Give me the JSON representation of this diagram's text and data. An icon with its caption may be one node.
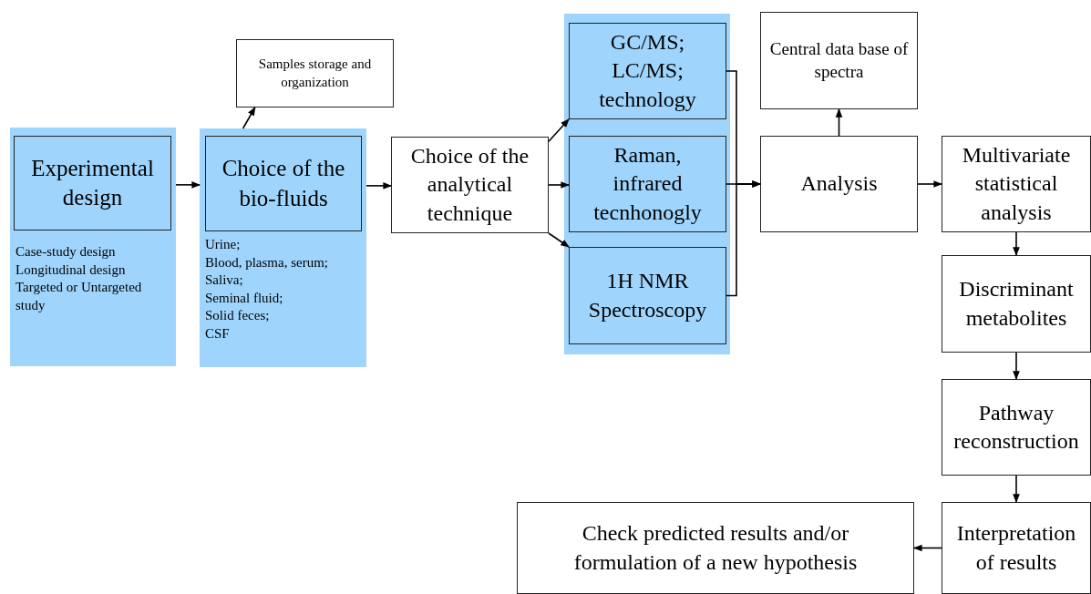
{
  "diagram": {
    "nodes": [
      {
        "text": [
          "Case-study design",
          "Longitudinal design",
          "Targeted or Untargeted study"
        ]
      },
      {
        "text": [
          "Experimental design"
        ],
        "in": 0
      },
      {
        "text": [
          "Samples storage and organization"
        ]
      },
      {
        "text": [
          "Urine;",
          "Blood, plasma, serum;",
          "Saliva;",
          "Seminal fluid;",
          "Solid feces;",
          "CSF"
        ]
      },
      {
        "text": [
          "Choice of the bio-fluids"
        ],
        "in": 3
      },
      {
        "text": [
          "Choice of the analytical technique"
        ]
      },
      {
        "text": [],
        "shape": "box"
      },
      {
        "text": [
          "GC/MS; LC/MS; technology"
        ],
        "in": 6
      },
      {
        "text": [
          "Raman, infrared tecnhonogly"
        ],
        "in": 6
      },
      {
        "text": [
          "1H NMR Spectroscopy"
        ],
        "in": 6
      },
      {
        "text": [
          "Central data base of spectra"
        ]
      },
      {
        "text": [
          "Analysis"
        ]
      },
      {
        "text": [
          "Multivariate statistical analysis"
        ]
      },
      {
        "text": [
          "Discriminant metabolites"
        ]
      },
      {
        "text": [
          "Pathway reconstruction"
        ]
      },
      {
        "text": [
          "Interpretation of results"
        ]
      },
      {
        "text": [
          "Check predicted results and/or formulation of a new hypothesis"
        ]
      }
    ],
    "edges": [
      {
        "from": 0,
        "to": 3,
        "arrow": "to"
      },
      {
        "from": 3,
        "to": 2,
        "arrow": "to"
      },
      {
        "from": 3,
        "to": 5,
        "arrow": "to"
      },
      {
        "from": 5,
        "to": 7,
        "arrow": "to"
      },
      {
        "from": 5,
        "to": 8,
        "arrow": "to"
      },
      {
        "from": 5,
        "to": 9,
        "arrow": "to"
      },
      {
        "from": 7,
        "to": 11,
        "arrow": "to"
      },
      {
        "from": 8,
        "to": 11,
        "arrow": "to"
      },
      {
        "from": 9,
        "to": 11,
        "arrow": "to"
      },
      {
        "from": 11,
        "to": 10,
        "arrow": "to"
      },
      {
        "from": 11,
        "to": 12,
        "arrow": "to"
      },
      {
        "from": 12,
        "to": 13,
        "arrow": "to"
      },
      {
        "from": 13,
        "to": 14,
        "arrow": "to"
      },
      {
        "from": 14,
        "to": 15,
        "arrow": "to"
      },
      {
        "from": 15,
        "to": 16,
        "arrow": "to"
      }
    ]
  }
}
